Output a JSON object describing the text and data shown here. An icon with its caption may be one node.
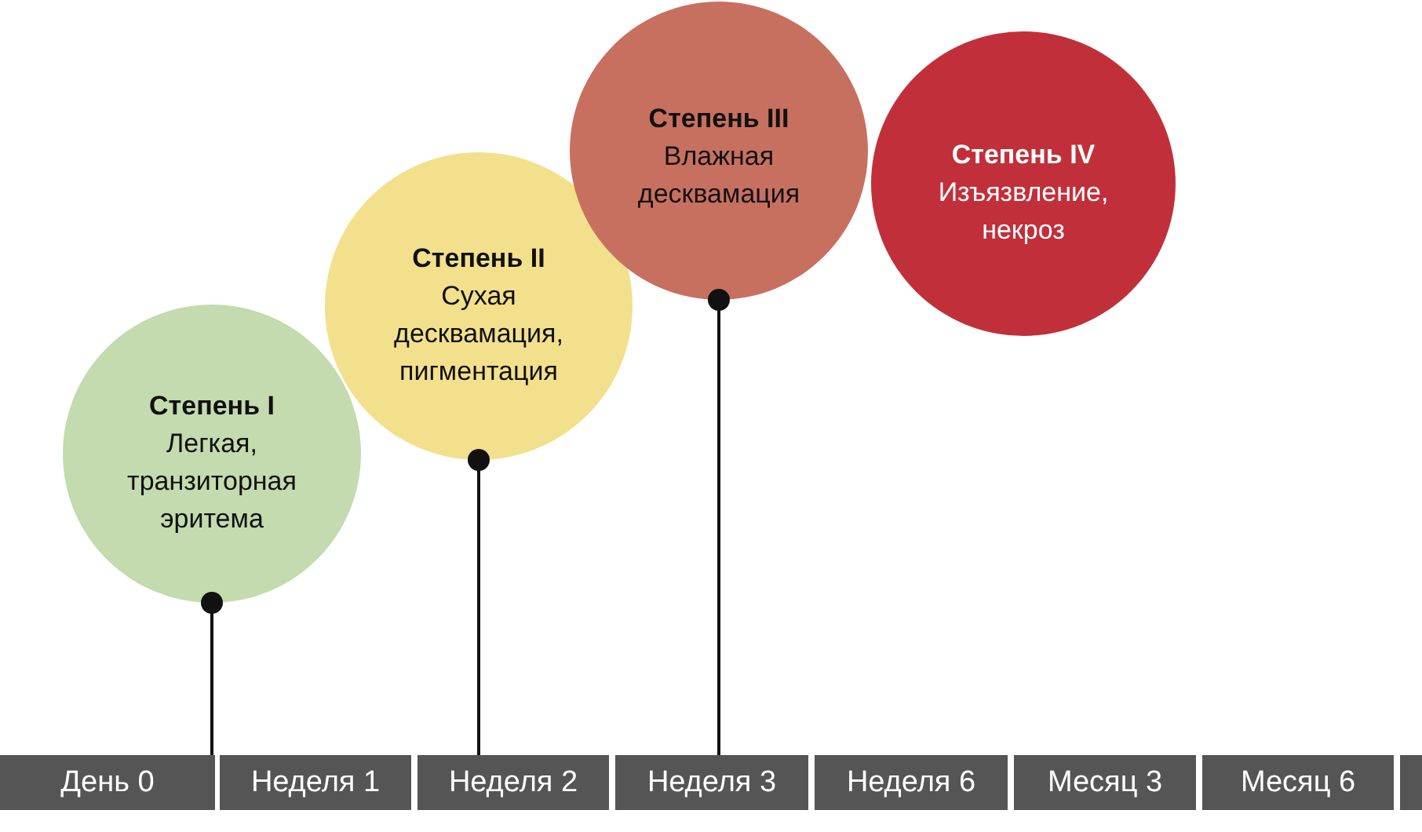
{
  "diagram": {
    "nodes": [
      {
        "text": [
          "Степень I",
          "Легкая, транзиторная эритема"
        ]
      },
      {
        "text": [
          "Степень II",
          "Сухая десквамация, пигментация"
        ]
      },
      {
        "text": [
          "Степень III",
          "Влажная десквамация"
        ]
      },
      {
        "text": [
          "Степень IV",
          "Изъязвление, некроз"
        ]
      },
      {
        "text": [
          "День 0"
        ]
      },
      {
        "text": [
          "Неделя 1"
        ]
      },
      {
        "text": [
          "Неделя 2"
        ]
      },
      {
        "text": [
          "Неделя 3"
        ]
      },
      {
        "text": [
          "Неделя 6"
        ]
      },
      {
        "text": [
          "Месяц 3"
        ]
      },
      {
        "text": [
          "Месяц 6"
        ]
      },
      {
        "text": [],
        "shape": "box"
      }
    ],
    "edges": [
      {
        "from": 0,
        "to": 4,
        "arrow": "other"
      },
      {
        "from": 1,
        "to": 6,
        "arrow": "other"
      },
      {
        "from": 2,
        "to": 7,
        "arrow": "other"
      }
    ]
  }
}
